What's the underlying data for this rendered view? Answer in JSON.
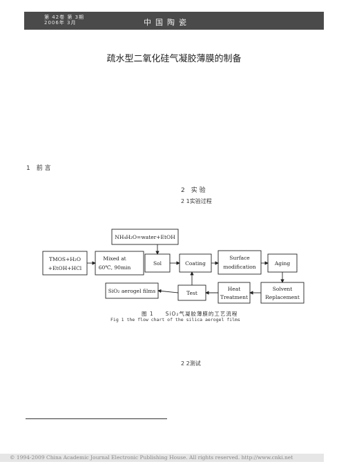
{
  "header": {
    "vol_issue": "第 42卷 第 3期",
    "date": "2006年 3月",
    "journal": "中国陶瓷"
  },
  "title": "疏水型二氧化硅气凝胶薄膜的制备",
  "sections": {
    "s1": "1　前 言",
    "s2": "2　实 验",
    "s2_1": "2  1实验过程",
    "s2_2": "2  2测试"
  },
  "flowchart": {
    "reagent": "NH₄H₂O=water+EtOH",
    "tmos_line1": "TMOS+H₂O",
    "tmos_line2": "+EtOH+HCl",
    "mixed_line1": "Mixed at",
    "mixed_line2": "60℃, 90min",
    "sol": "Sol",
    "coating": "Coating",
    "surface_line1": "Surface",
    "surface_line2": "modification",
    "aging": "Aging",
    "solvent_line1": "Solvent",
    "solvent_line2": "Replacement",
    "heat_line1": "Heat",
    "heat_line2": "Treatment",
    "test": "Test",
    "films": "SiO₂ aerogel films"
  },
  "caption": {
    "cn": "图 1　　SiO₂气凝胶薄膜的工艺流程",
    "en": "Fig 1   the flow chart of the silica aerogel films"
  },
  "footer": {
    "copyright": "© 1994-2009 China Academic Journal Electronic Publishing House. All rights reserved.    http://www.cnki.net"
  }
}
